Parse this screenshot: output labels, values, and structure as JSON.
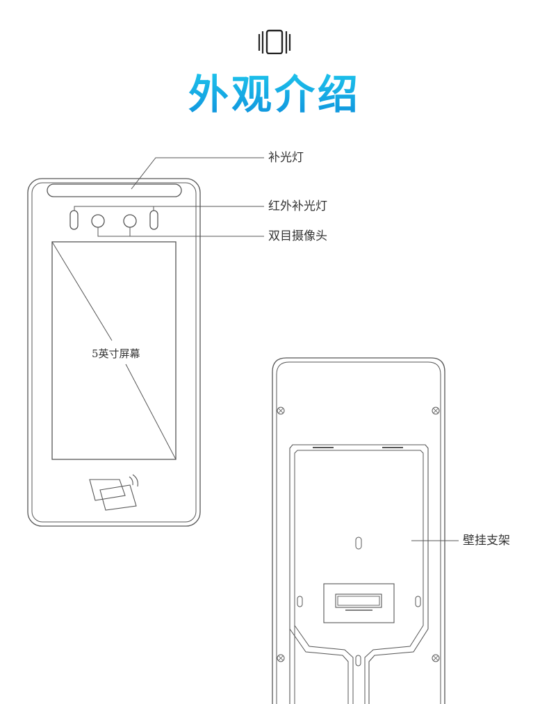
{
  "header": {
    "icon": "vibrate-phone-icon",
    "title": "外观介绍"
  },
  "front_view": {
    "labels": {
      "fill_light": "补光灯",
      "ir_fill_light": "红外补光灯",
      "dual_camera": "双目摄像头",
      "screen": "5英寸屏幕"
    }
  },
  "back_view": {
    "labels": {
      "wall_bracket": "壁挂支架"
    }
  },
  "colors": {
    "title_gradient_top": "#1ec6ec",
    "title_gradient_bottom": "#0e8fdc",
    "line": "#555555",
    "label_text": "#333333"
  }
}
